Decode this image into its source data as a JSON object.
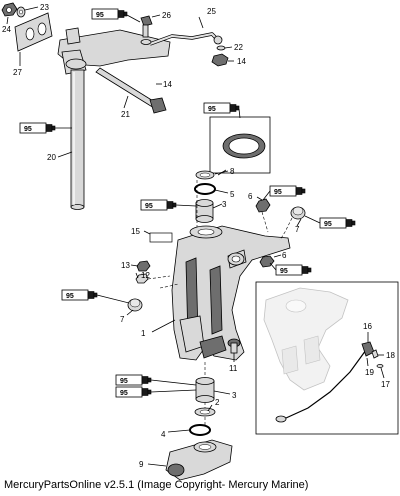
{
  "callouts": {
    "c1": "1",
    "c2": "2",
    "c3a": "3",
    "c3b": "3",
    "c4": "4",
    "c5": "5",
    "c6a": "6",
    "c6b": "6",
    "c7a": "7",
    "c7b": "7",
    "c8": "8",
    "c9": "9",
    "c11": "11",
    "c12": "12",
    "c13": "13",
    "c14a": "14",
    "c14b": "14",
    "c15": "15",
    "c16": "16",
    "c17": "17",
    "c18": "18",
    "c19": "19",
    "c20": "20",
    "c21": "21",
    "c22": "22",
    "c23": "23",
    "c24": "24",
    "c25": "25",
    "c26": "26",
    "c27": "27"
  },
  "lubricant_label": "95",
  "footer": "MercuryPartsOnline v2.5.1 (Image Copyright- Mercury Marine)"
}
